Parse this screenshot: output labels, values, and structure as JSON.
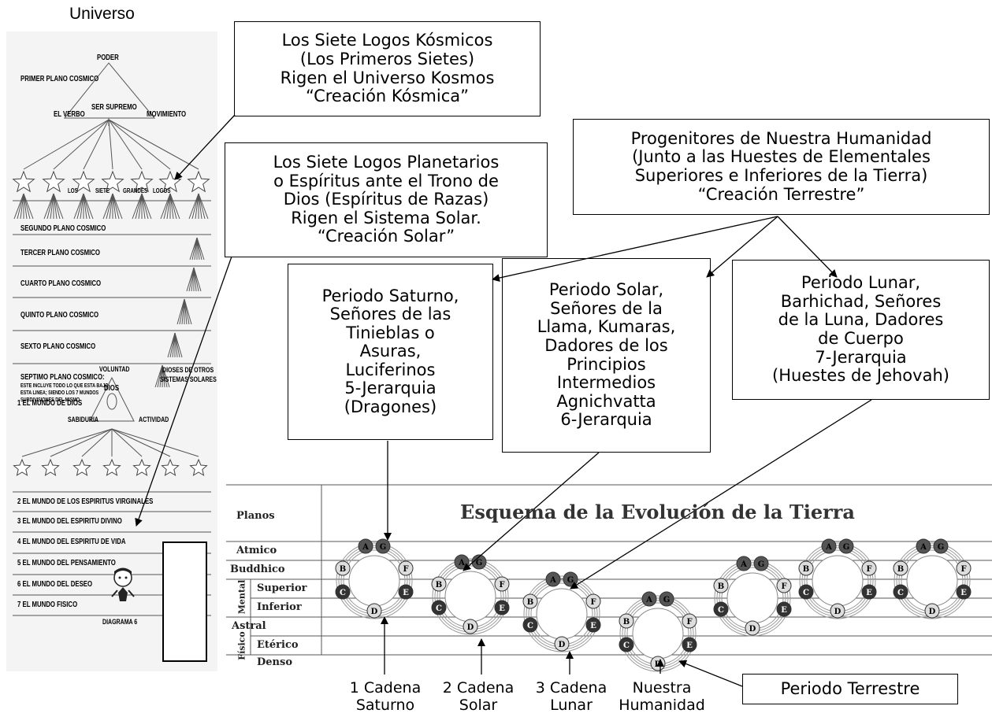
{
  "universe": {
    "title": "Universo",
    "pyramid": {
      "apex": "PODER",
      "center": "SER SUPREMO",
      "left": "EL VERBO",
      "right": "MOVIMIENTO"
    },
    "seven_great_logos": [
      "LOS",
      "SIETE",
      "GRANDES",
      "LOGOS"
    ],
    "planes": [
      "PRIMER PLANO COSMICO",
      "SEGUNDO PLANO COSMICO",
      "TERCER PLANO COSMICO",
      "CUARTO PLANO COSMICO",
      "QUINTO PLANO COSMICO",
      "SEXTO PLANO COSMICO",
      "SEPTIMO PLANO COSMICO:"
    ],
    "seventh_note": [
      "ESTE INCLUYE TODO LO QUE ESTA BAJO",
      "ESTA LINEA; SIENDO LOS 7 MUNDOS",
      "SUBDIVISIONES DEL MISMO"
    ],
    "other_systems": [
      "DIOSES DE OTROS",
      "SISTEMAS SOLARES"
    ],
    "triangle": {
      "top": "VOLUNTAD",
      "center": "DIOS",
      "left": "SABIDURIA",
      "right": "ACTIVIDAD"
    },
    "worlds": [
      "1  EL MUNDO DE DIOS",
      "2  EL MUNDO DE LOS ESPIRITUS VIRGINALES",
      "3  EL MUNDO DEL ESPIRITU DIVINO",
      "4  EL MUNDO DEL ESPIRITU DE VIDA",
      "5  EL MUNDO DEL PENSAMIENTO",
      "6  EL MUNDO DEL DESEO",
      "7  EL MUNDO FISICO"
    ],
    "diagram_label": "DIAGRAMA 6"
  },
  "callouts": {
    "kosmic": [
      "Los Siete Logos Kósmicos",
      "(Los Primeros Sietes)",
      "Rigen el Universo Kosmos",
      "“Creación Kósmica”"
    ],
    "planetary": [
      "Los Siete Logos Planetarios",
      "o Espíritus ante el Trono de",
      "Dios (Espíritus de Razas)",
      "Rigen el Sistema Solar.",
      "“Creación Solar”"
    ],
    "progenitors": [
      "Progenitores de Nuestra Humanidad",
      "(Junto a las Huestes de Elementales",
      "Superiores e Inferiores de la Tierra)",
      "“Creación Terrestre”"
    ],
    "saturn": [
      "Periodo Saturno,",
      "Señores de las",
      "Tinieblas o",
      "Asuras,",
      "Luciferinos",
      "5-Jerarquia",
      "(Dragones)"
    ],
    "solar": [
      "Periodo Solar,",
      "Señores de la",
      "Llama, Kumaras,",
      "Dadores de los",
      "Principios",
      "Intermedios",
      "Agnichvatta",
      "6-Jerarquia"
    ],
    "lunar": [
      "Periodo Lunar,",
      "Barhichad, Señores",
      "de la Luna, Dadores",
      "de Cuerpo",
      "7-Jerarquia",
      "(Huestes de Jehovah)"
    ],
    "terrestrial": "Periodo Terrestre"
  },
  "scheme": {
    "title": "Esquema de la Evolución de la Tierra",
    "header": "Planos",
    "rows": [
      "Atmico",
      "Buddhico",
      "Superior",
      "Inferior",
      "Astral",
      "Etérico",
      "Denso"
    ],
    "groups": [
      "Mental",
      "Físico"
    ],
    "globe_letters": [
      "A",
      "G",
      "B",
      "F",
      "C",
      "E",
      "D"
    ]
  },
  "bottom_labels": [
    [
      "1 Cadena",
      "Saturno"
    ],
    [
      "2 Cadena",
      "Solar"
    ],
    [
      "3 Cadena",
      "Lunar"
    ],
    [
      "Nuestra",
      "Humanidad"
    ]
  ]
}
